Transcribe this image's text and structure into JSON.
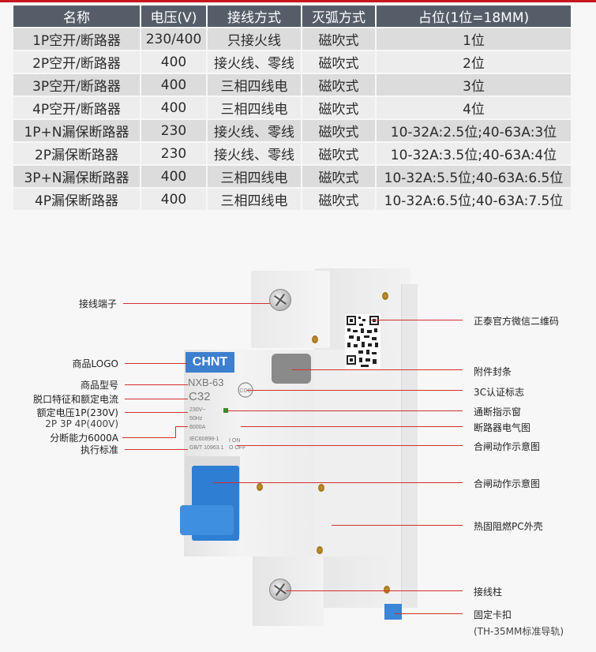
{
  "table": {
    "headers": [
      "名称",
      "电压(V)",
      "接线方式",
      "灭弧方式",
      "占位(1位=18MM)"
    ],
    "rows": [
      [
        "1P空开/断路器",
        "230/400",
        "只接火线",
        "磁吹式",
        "1位"
      ],
      [
        "2P空开/断路器",
        "400",
        "接火线、零线",
        "磁吹式",
        "2位"
      ],
      [
        "3P空开/断路器",
        "400",
        "三相四线电",
        "磁吹式",
        "3位"
      ],
      [
        "4P空开/断路器",
        "400",
        "三相四线电",
        "磁吹式",
        "4位"
      ],
      [
        "1P+N漏保断路器",
        "230",
        "接火线、零线",
        "磁吹式",
        "10-32A:2.5位;40-63A:3位"
      ],
      [
        "2P漏保断路器",
        "230",
        "接火线、零线",
        "磁吹式",
        "10-32A:3.5位;40-63A:4位"
      ],
      [
        "3P+N漏保断路器",
        "400",
        "三相四线电",
        "磁吹式",
        "10-32A:5.5位;40-63A:6.5位"
      ],
      [
        "4P漏保断路器",
        "400",
        "三相四线电",
        "磁吹式",
        "10-32A:6.5位;40-63A:7.5位"
      ]
    ]
  },
  "left_labels": {
    "terminal": "接线端子",
    "logo": "商品LOGO",
    "model": "商品型号",
    "trip": "脱口特征和额定电流",
    "rated": "额定电压1P(230V)",
    "rated2": "2P 3P 4P(400V)",
    "breaking": "分断能力6000A",
    "standard": "执行标准"
  },
  "right_labels": {
    "qr": "正泰官方微信二维码",
    "accessory": "附件封条",
    "ccc": "3C认证标志",
    "window": "通断指示窗",
    "diagram": "断路器电气图",
    "action1": "合闸动作示意图",
    "action2": "合闸动作示意图",
    "shell": "热固阻燃PC外壳",
    "post": "接线柱",
    "clip": "固定卡扣",
    "rail": "(TH-35MM标准导轨)"
  },
  "breaker": {
    "brand": "CHNT",
    "model": "NXB-63",
    "rating": "C32",
    "volt": "230V~",
    "freq": "50Hz",
    "cap": "6000A",
    "std1": "IEC60898-1",
    "std2": "GB/T 10963.1",
    "on": "I ON",
    "off": "O OFF"
  }
}
